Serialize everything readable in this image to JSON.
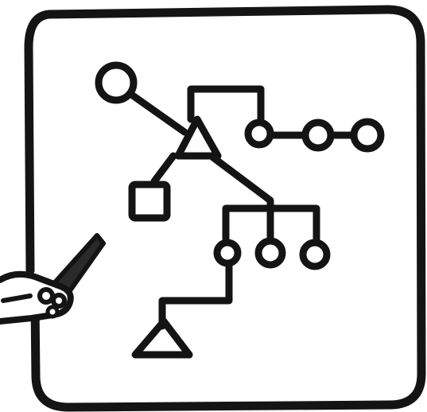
{
  "diagram": {
    "description_free": true,
    "icon": "network-tree-on-board-icon",
    "colors": {
      "ink": "#141414",
      "paper": "#ffffff",
      "node_fill": "#ffffff",
      "hand_fill": "#ffffff",
      "marker_dark": "#2a2a2a"
    },
    "elements": {
      "board": "rounded-square-board",
      "hub_triangle": "triangle-node",
      "root_circle": "circle-node",
      "square_node": "square-node",
      "chain_circles": 3,
      "child_circles": 3,
      "bottom_triangle": "triangle-node",
      "hand_with_marker": "hand-holding-marker-icon"
    }
  }
}
